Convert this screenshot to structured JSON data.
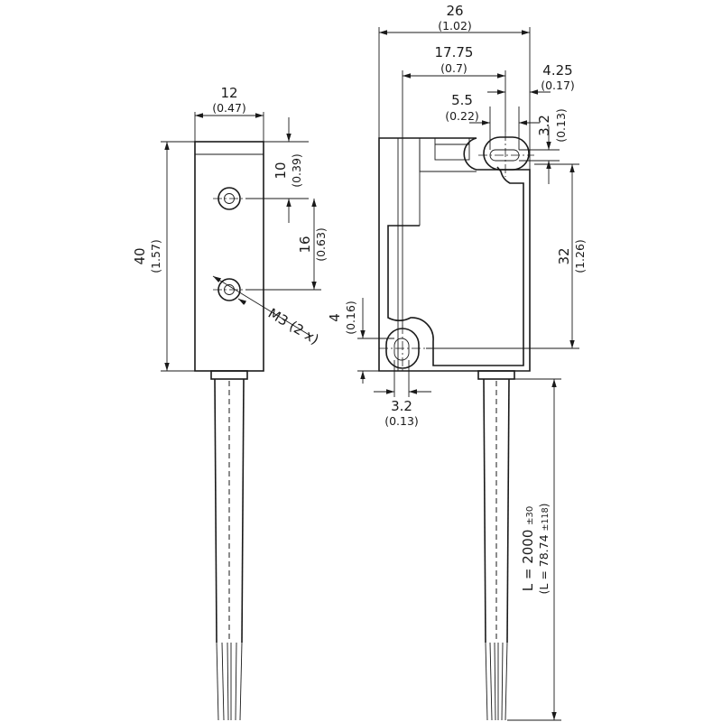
{
  "front_view": {
    "width": {
      "main": "12",
      "sub": "(0.47)"
    },
    "height": {
      "main": "40",
      "sub": "(1.57)"
    },
    "hole_offset": {
      "main": "10",
      "sub": "(0.39)"
    },
    "hole_spacing": {
      "main": "16",
      "sub": "(0.63)"
    },
    "thread_note": "M3 (2 x)"
  },
  "side_view": {
    "width": {
      "main": "26",
      "sub": "(1.02)"
    },
    "hole_distance": {
      "main": "17.75",
      "sub": "(0.7)"
    },
    "edge_offset": {
      "main": "4.25",
      "sub": "(0.17)"
    },
    "slot_length": {
      "main": "5.5",
      "sub": "(0.22)"
    },
    "slot_width_top": {
      "main": "3.2",
      "sub": "(0.13)"
    },
    "hole_vertical": {
      "main": "32",
      "sub": "(1.26)"
    },
    "lower_offset": {
      "main": "4",
      "sub": "(0.16)"
    },
    "slot_width_bottom": {
      "main": "3.2",
      "sub": "(0.13)"
    },
    "cable_length": {
      "main": "L = 2000",
      "tol": "±30",
      "sub": "(L = 78.74",
      "sub_tol": "±118",
      "sub_end": ")"
    }
  }
}
